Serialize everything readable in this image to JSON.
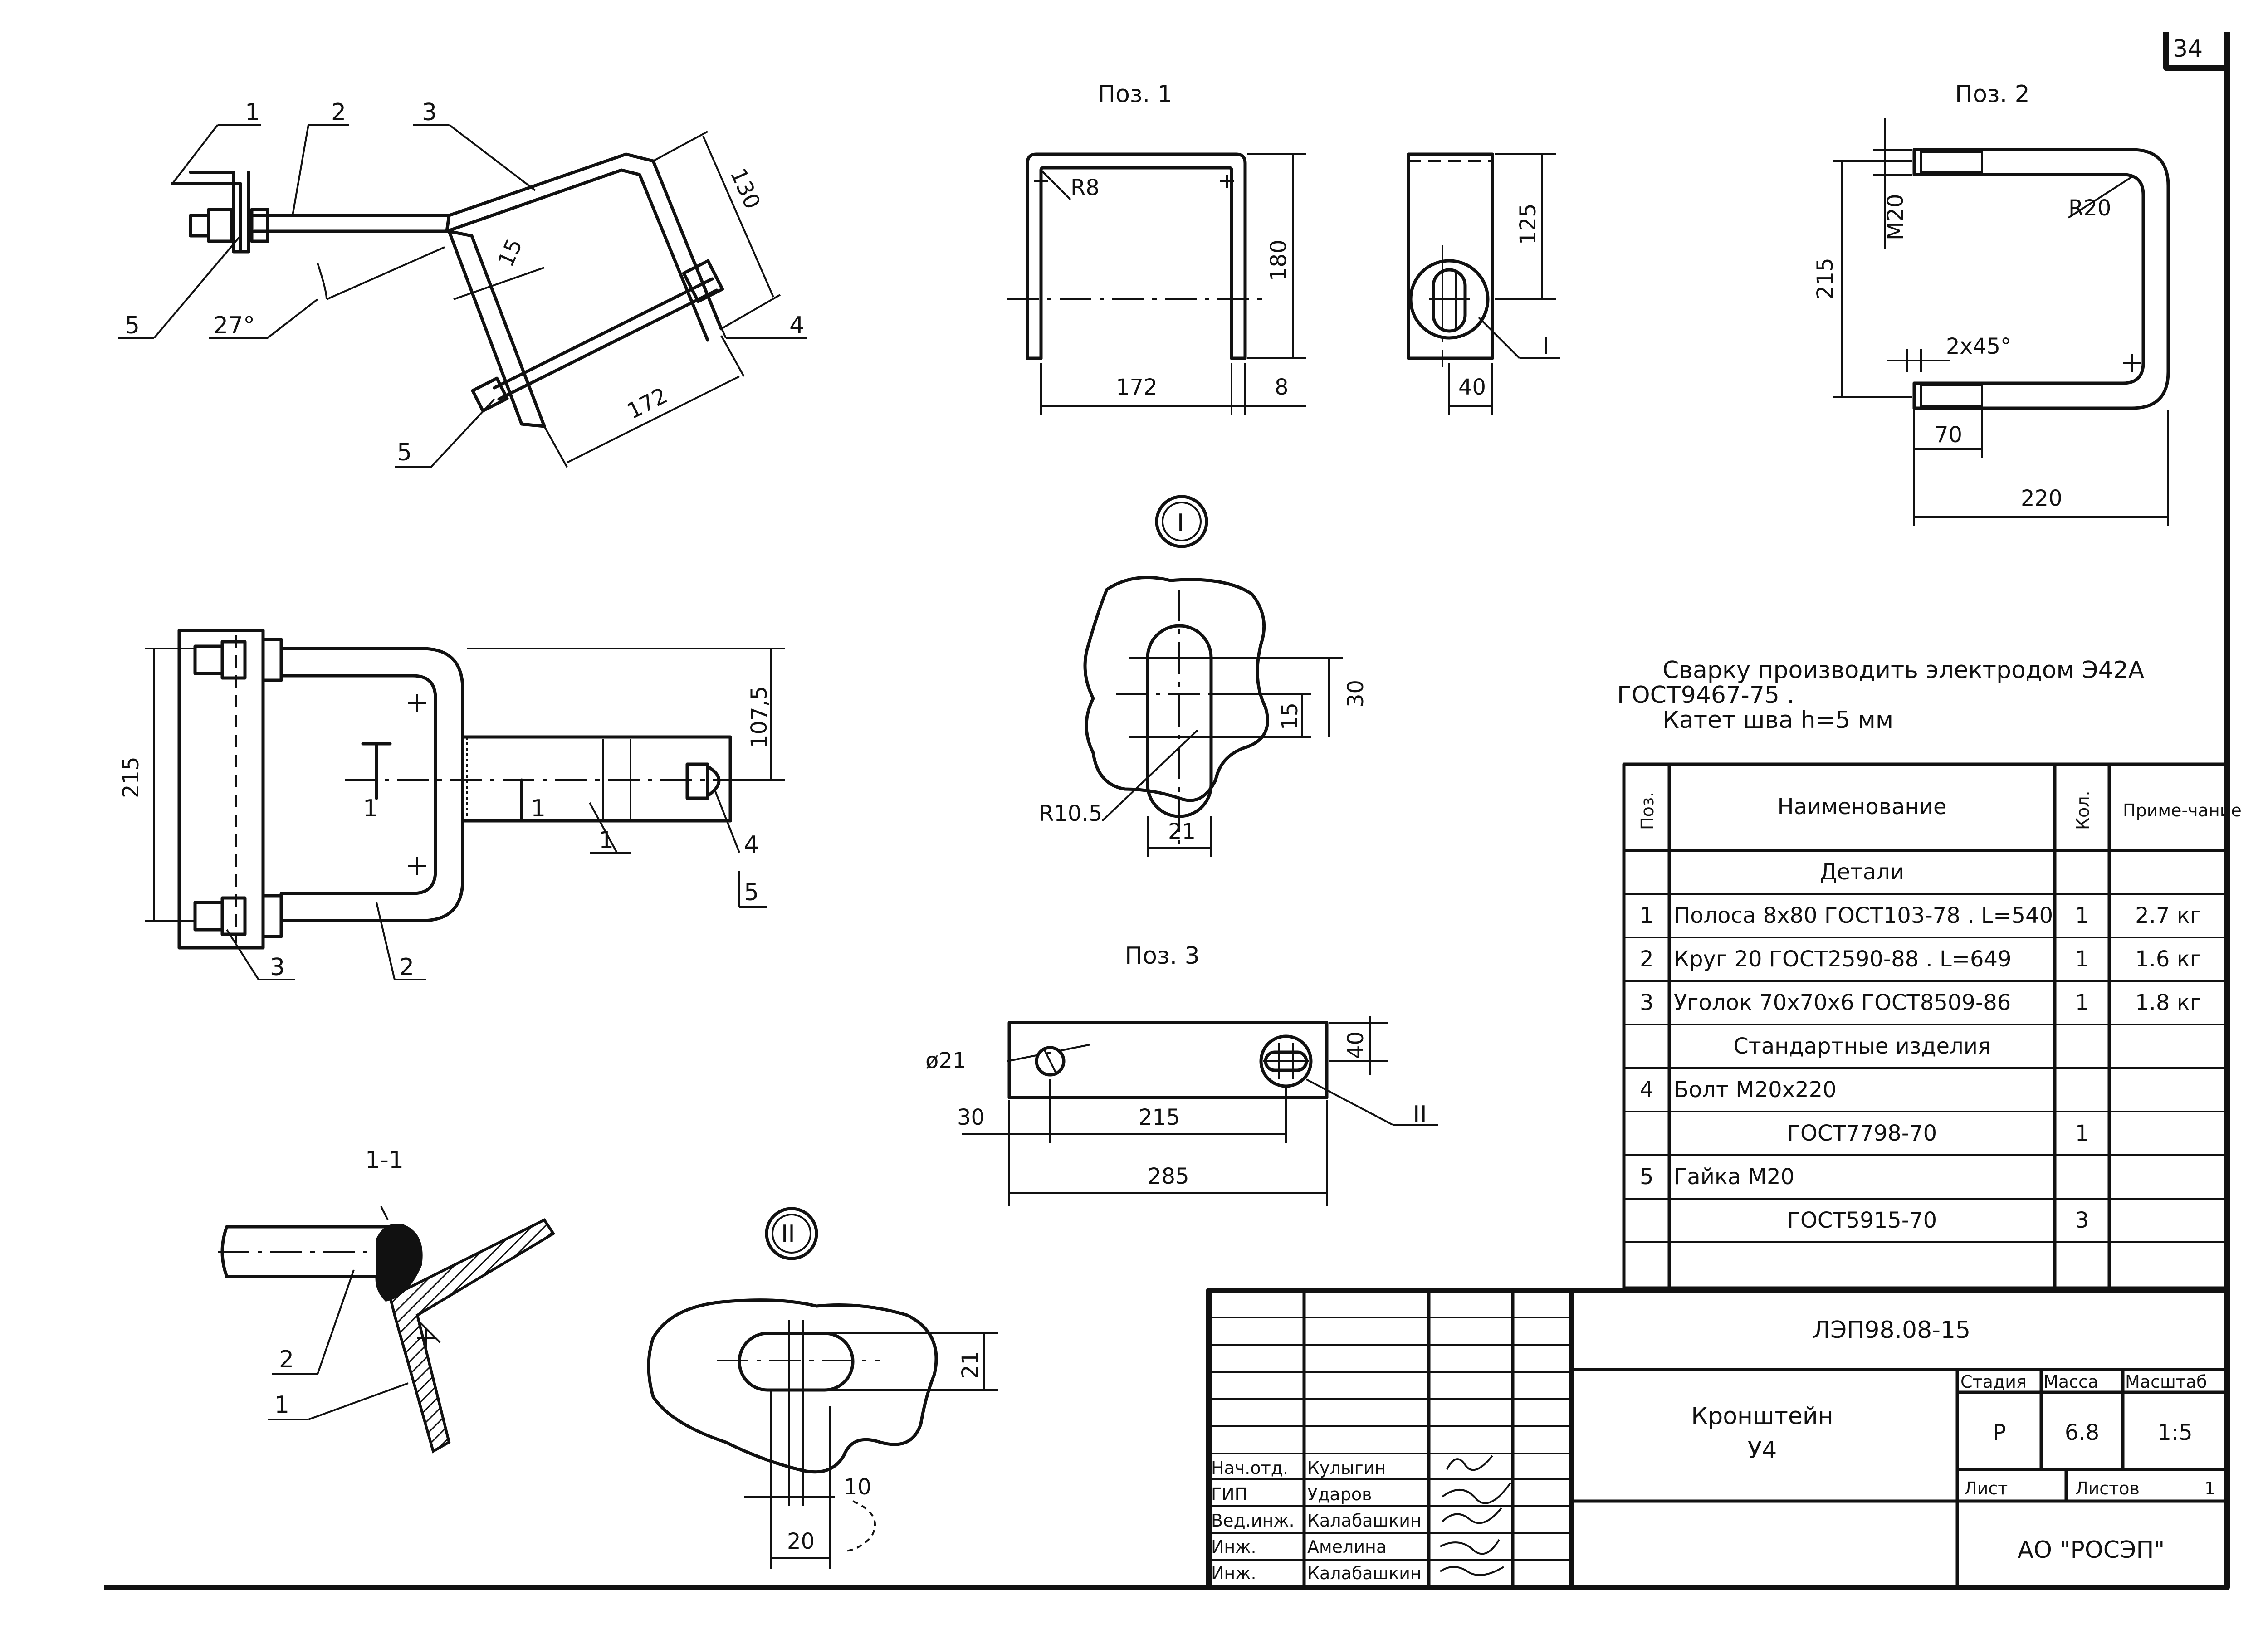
{
  "sheet_number": "34",
  "views": {
    "pos1_title": "Поз. 1",
    "pos2_title": "Поз. 2",
    "pos3_title": "Поз. 3",
    "section_title": "1-1"
  },
  "iso_view": {
    "leaders": [
      "1",
      "2",
      "3",
      "4",
      "5",
      "5"
    ],
    "angle": "27°",
    "dims": {
      "d130": "130",
      "d15": "15",
      "d172": "172"
    }
  },
  "plan_view": {
    "dims": {
      "d215": "215",
      "d107": "107,5"
    },
    "leaders": [
      "1",
      "2",
      "3",
      "4",
      "5"
    ],
    "section_marks": [
      "1",
      "1"
    ]
  },
  "pos1": {
    "r8": "R8",
    "d180": "180",
    "d172": "172",
    "d8": "8",
    "d125": "125",
    "d40": "40",
    "callout": "I"
  },
  "pos2": {
    "m20": "M20",
    "r20": "R20",
    "d215": "215",
    "chamfer": "2x45°",
    "d70": "70",
    "d220": "220"
  },
  "detail_I": {
    "title": "I",
    "d30": "30",
    "d15": "15",
    "r": "R10.5",
    "d21": "21"
  },
  "pos3": {
    "dia": "ø21",
    "d40": "40",
    "d30": "30",
    "d215": "215",
    "d285": "285",
    "callout": "II"
  },
  "detail_II": {
    "title": "II",
    "d21": "21",
    "d10": "10",
    "d20": "20"
  },
  "section": {
    "leaders": [
      "2",
      "1"
    ]
  },
  "notes": [
    "Сварку производить электродом Э42А",
    "ГОСТ9467-75 .",
    "Катет шва h=5 мм"
  ],
  "spec_table": {
    "headers": {
      "pos": "Поз.",
      "name": "Наименование",
      "qty": "Кол.",
      "note": "Приме-чание"
    },
    "rows": [
      {
        "pos": "",
        "name": "Детали",
        "qty": "",
        "note": "",
        "center": true
      },
      {
        "pos": "1",
        "name": "Полоса 8x80 ГОСТ103-78 . L=540",
        "qty": "1",
        "note": "2.7 кг"
      },
      {
        "pos": "2",
        "name": "Круг 20 ГОСТ2590-88 . L=649",
        "qty": "1",
        "note": "1.6 кг"
      },
      {
        "pos": "3",
        "name": "Уголок 70x70x6 ГОСТ8509-86",
        "qty": "1",
        "note": "1.8 кг"
      },
      {
        "pos": "",
        "name": "Стандартные изделия",
        "qty": "",
        "note": "",
        "center": true
      },
      {
        "pos": "4",
        "name": "Болт М20x220",
        "qty": "",
        "note": ""
      },
      {
        "pos": "",
        "name": "ГОСТ7798-70",
        "qty": "1",
        "note": "",
        "center": true
      },
      {
        "pos": "5",
        "name": "Гайка М20",
        "qty": "",
        "note": ""
      },
      {
        "pos": "",
        "name": "ГОСТ5915-70",
        "qty": "3",
        "note": "",
        "center": true
      },
      {
        "pos": "",
        "name": "",
        "qty": "",
        "note": ""
      }
    ]
  },
  "title_block": {
    "doc_code": "ЛЭП98.08-15",
    "title_line1": "Кронштейн",
    "title_line2": "У4",
    "stage_label": "Стадия",
    "mass_label": "Масса",
    "scale_label": "Масштаб",
    "stage": "Р",
    "mass": "6.8",
    "scale": "1:5",
    "sheet_label": "Лист",
    "sheets_label": "Листов",
    "sheets": "1",
    "company": "АО  \"РОСЭП\"",
    "staff": [
      {
        "role": "Нач.отд.",
        "name": "Кулыгин"
      },
      {
        "role": "ГИП",
        "name": "Ударов"
      },
      {
        "role": "Вед.инж.",
        "name": "Калабашкин"
      },
      {
        "role": "Инж.",
        "name": "Амелина"
      },
      {
        "role": "Инж.",
        "name": "Калабашкин"
      }
    ]
  }
}
